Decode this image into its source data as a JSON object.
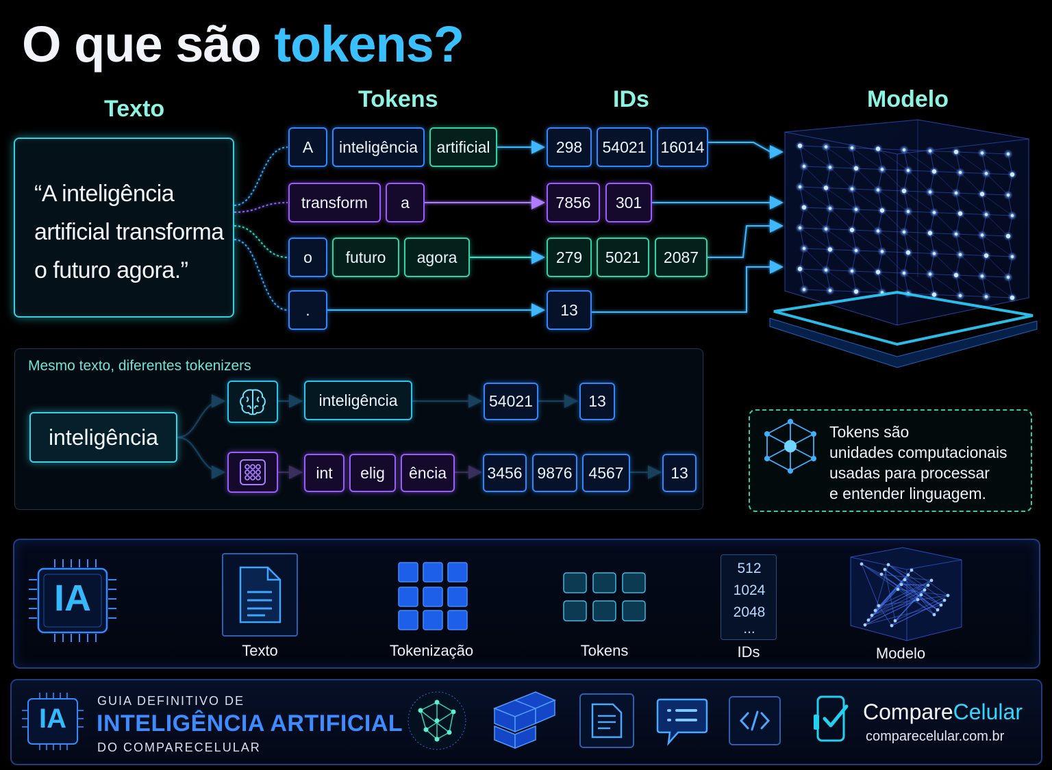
{
  "title": {
    "lead": "O que são ",
    "accent": "tokens?"
  },
  "headers": {
    "texto": "Texto",
    "tokens": "Tokens",
    "ids": "IDs",
    "modelo": "Modelo"
  },
  "quote": {
    "line1": "“A inteligência",
    "line2": "artificial transforma",
    "line3": "o futuro agora.”"
  },
  "rows": [
    {
      "tokens": [
        "A",
        "inteligência",
        "artificial"
      ],
      "ids": [
        "298",
        "54021",
        "16014"
      ]
    },
    {
      "tokens": [
        "transform",
        "a"
      ],
      "ids": [
        "7856",
        "301"
      ]
    },
    {
      "tokens": [
        "o",
        "futuro",
        "agora"
      ],
      "ids": [
        "279",
        "5021",
        "2087"
      ]
    },
    {
      "tokens": [
        "."
      ],
      "ids": [
        "13"
      ]
    }
  ],
  "tokenizers": {
    "title": "Mesmo texto, diferentes tokenizers",
    "word": "inteligência",
    "path_a": {
      "icon": "brain-icon",
      "tokens": [
        "inteligência"
      ],
      "ids": [
        "54021",
        "13"
      ]
    },
    "path_b": {
      "icon": "grid-chip-icon",
      "tokens": [
        "int",
        "elig",
        "ência"
      ],
      "ids": [
        "3456",
        "9876",
        "4567",
        "13"
      ]
    }
  },
  "note": {
    "line1": "Tokens são",
    "line2": "unidades computacionais",
    "line3": "usadas para processar",
    "line4": "e entender linguagem."
  },
  "flow": {
    "chip_label": "IA",
    "steps": [
      "Texto",
      "Tokenização",
      "Tokens",
      "IDs",
      "Modelo"
    ],
    "ids_list": [
      "512",
      "1024",
      "2048",
      "..."
    ]
  },
  "footer": {
    "chip_label": "IA",
    "line1": "GUIA DEFINITIVO DE",
    "line2": "INTELIGÊNCIA ARTIFICIAL",
    "line3": "DO COMPARECELULAR",
    "brand_a": "Compare",
    "brand_b": "Celular",
    "site": "comparecelular.com.br"
  },
  "colors": {
    "cyan": "#27c6f0",
    "blue": "#2e88ff",
    "purple": "#9a5cff",
    "teal": "#2fd3a8",
    "accent": "#3bc0ff"
  }
}
